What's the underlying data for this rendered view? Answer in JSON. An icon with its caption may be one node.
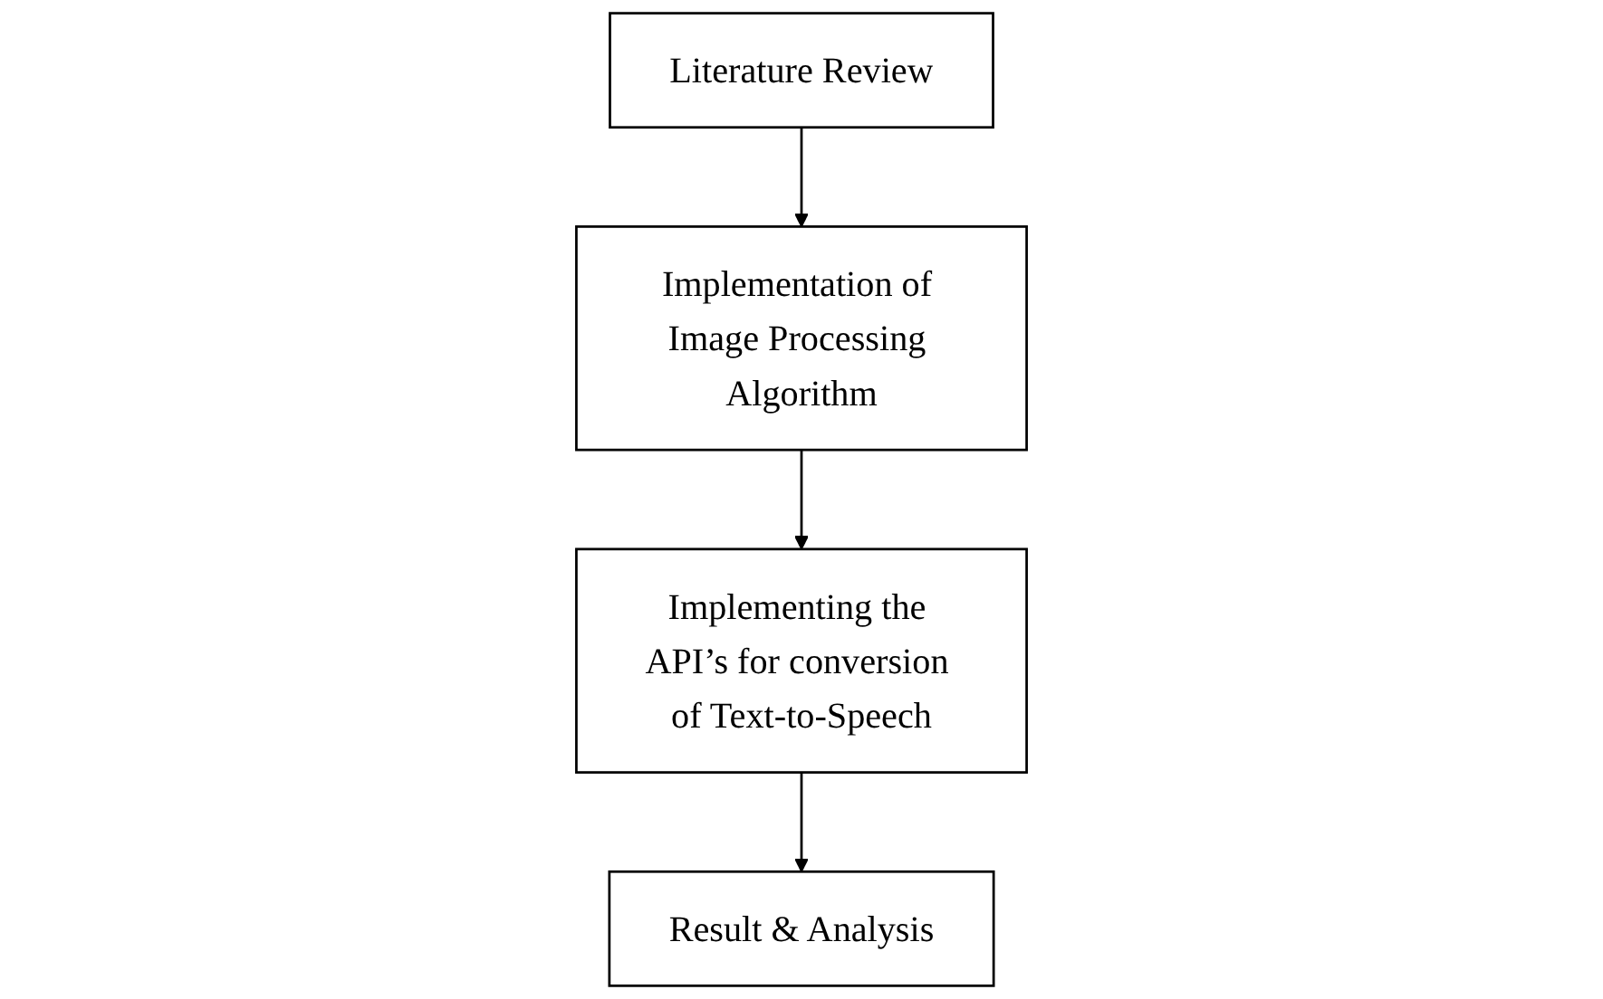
{
  "diagram": {
    "nodes": [
      {
        "text": [
          "Literature Review"
        ]
      },
      {
        "text": [
          "Implementation of Image Processing Algorithm"
        ]
      },
      {
        "text": [
          "Implementing the API’s for conversion of Text-to-Speech"
        ]
      },
      {
        "text": [
          "Result & Analysis"
        ]
      }
    ],
    "edges": [
      {
        "from": 0,
        "to": 1,
        "arrow": "to"
      },
      {
        "from": 1,
        "to": 2,
        "arrow": "to"
      },
      {
        "from": 2,
        "to": 3,
        "arrow": "to"
      }
    ]
  }
}
